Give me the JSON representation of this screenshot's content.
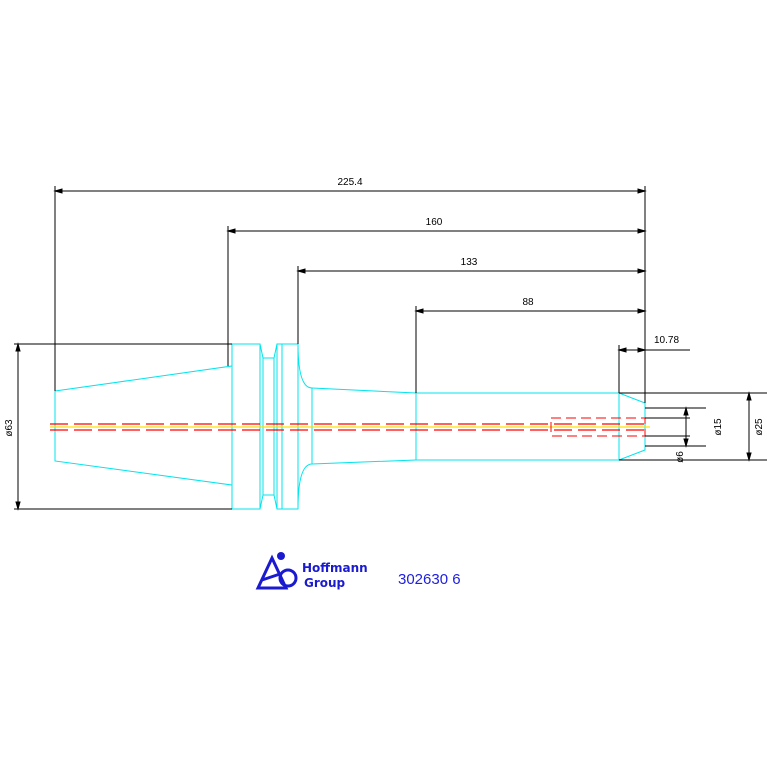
{
  "drawing": {
    "colors": {
      "outline": "#00e5ee",
      "dimension": "#000000",
      "centerline_red": "#ff0000",
      "centerline_yellow": "#ffe000",
      "brand": "#1a1ad0"
    },
    "dimensions": {
      "overall_length": "225.4",
      "gauge_to_end": "160",
      "flange_to_end": "133",
      "shank_length": "88",
      "nose_length": "10.78",
      "taper_diameter": "ø63",
      "shank_diameter": "ø25",
      "bore_diameter": "ø15",
      "pilot_diameter": "ø6"
    }
  },
  "title_block": {
    "brand_line1": "Hoffmann",
    "brand_line2": "Group",
    "part_number": "302630 6"
  }
}
